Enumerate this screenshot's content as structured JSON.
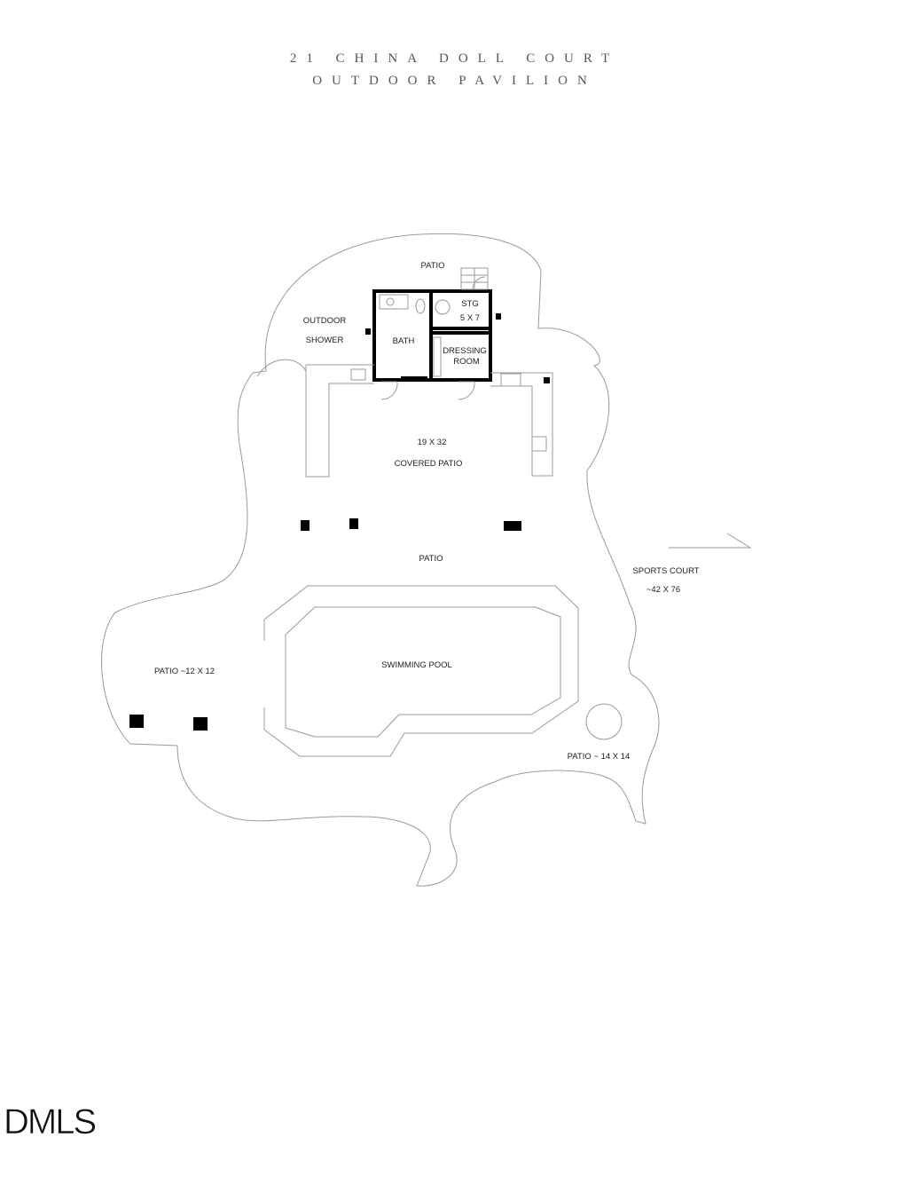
{
  "header": {
    "line1": "21 CHINA DOLL COURT",
    "line2": "OUTDOOR PAVILION"
  },
  "labels": {
    "patio_top": "PATIO",
    "outdoor": "OUTDOOR",
    "shower": "SHOWER",
    "bath": "BATH",
    "stg": "STG",
    "stg_size": "5 X 7",
    "dressing": "DRESSING",
    "room": "ROOM",
    "covered_size": "19 X 32",
    "covered_patio": "COVERED PATIO",
    "patio_mid": "PATIO",
    "sports_court": "SPORTS COURT",
    "sports_size": "~42 X 76",
    "swimming_pool": "SWIMMING POOL",
    "patio_left": "PATIO ~12 X 12",
    "patio_right": "PATIO ~ 14 X 14"
  },
  "watermark": "DMLS",
  "colors": {
    "walls": "#000000",
    "outline": "#999999",
    "text": "#222222"
  }
}
